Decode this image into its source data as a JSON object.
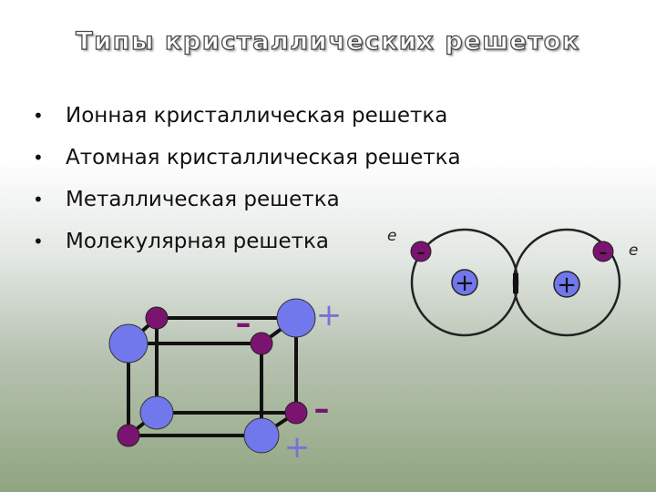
{
  "slide": {
    "title": "Типы кристаллических решеток",
    "bullets": [
      "Ионная кристаллическая решетка",
      "Атомная кристаллическая решетка",
      "Металлическая решетка",
      "Молекулярная решетка"
    ],
    "bullet_glyph": "•"
  },
  "ionic_lattice": {
    "plus_sign": "+",
    "minus_sign": "–",
    "sign_color": "#7a70d8",
    "anion_color": "#7b1470",
    "cation_color": "#7178ec"
  },
  "atom_diagram": {
    "electron_label": "e",
    "electron_sign": "–",
    "nucleus_sign": "+"
  }
}
